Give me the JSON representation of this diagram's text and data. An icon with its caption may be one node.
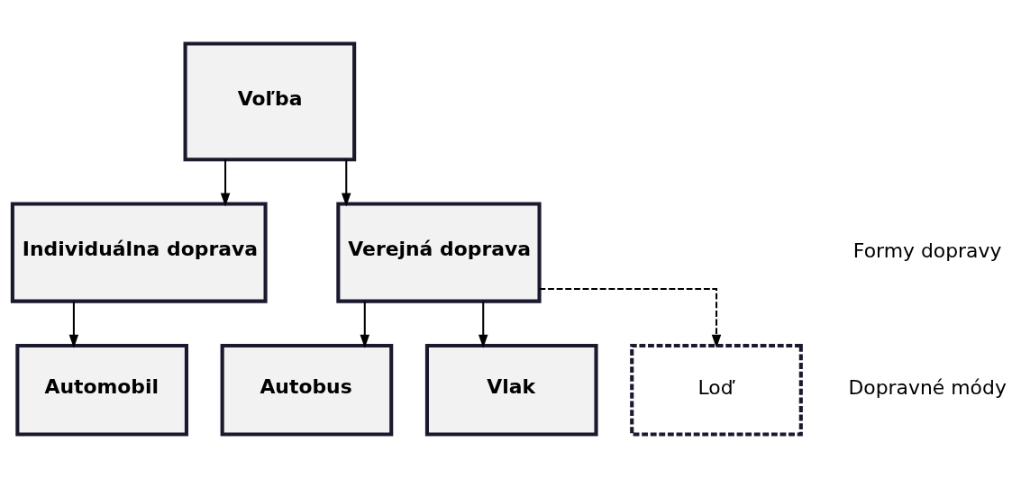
{
  "diagram": {
    "nodes": [
      {
        "text": [
          "Voľba"
        ]
      },
      {
        "text": [
          "Individuálna doprava"
        ]
      },
      {
        "text": [
          "Verejná doprava"
        ]
      },
      {
        "text": [
          "Automobil"
        ]
      },
      {
        "text": [
          "Autobus"
        ]
      },
      {
        "text": [
          "Vlak"
        ]
      },
      {
        "text": [
          "Loď"
        ]
      }
    ],
    "edges": [
      {
        "from": 0,
        "to": 1,
        "arrow": "to"
      },
      {
        "from": 0,
        "to": 2,
        "arrow": "to"
      },
      {
        "from": 1,
        "to": 3,
        "arrow": "to"
      },
      {
        "from": 2,
        "to": 4,
        "arrow": "to"
      },
      {
        "from": 2,
        "to": 5,
        "arrow": "to"
      },
      {
        "from": 2,
        "to": 6,
        "arrow": "to",
        "style": "dashed"
      }
    ],
    "labels": [
      "Formy dopravy",
      "Dopravné módy"
    ]
  }
}
